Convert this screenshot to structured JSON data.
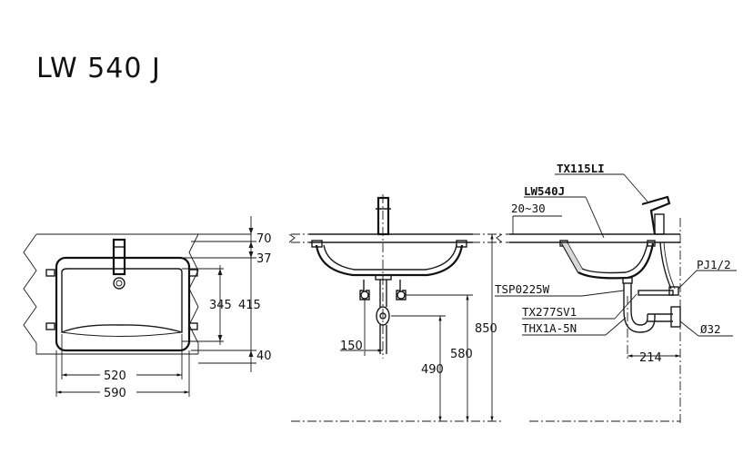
{
  "title": "LW 540 J",
  "plan_view": {
    "dims_right": [
      "70",
      "37",
      "345",
      "415",
      "40"
    ],
    "dims_bottom": [
      "520",
      "590"
    ]
  },
  "front_view": {
    "dims": [
      "150",
      "490",
      "580",
      "850"
    ]
  },
  "side_view": {
    "labels": {
      "faucet": "TX115LI",
      "basin": "LW540J",
      "range": "20~30",
      "trap_part": "TSP0225W",
      "valve": "TX277SV1",
      "drain": "THX1A-5N",
      "supply": "PJ1/2",
      "pipe": "Ø32",
      "offset": "214"
    }
  }
}
